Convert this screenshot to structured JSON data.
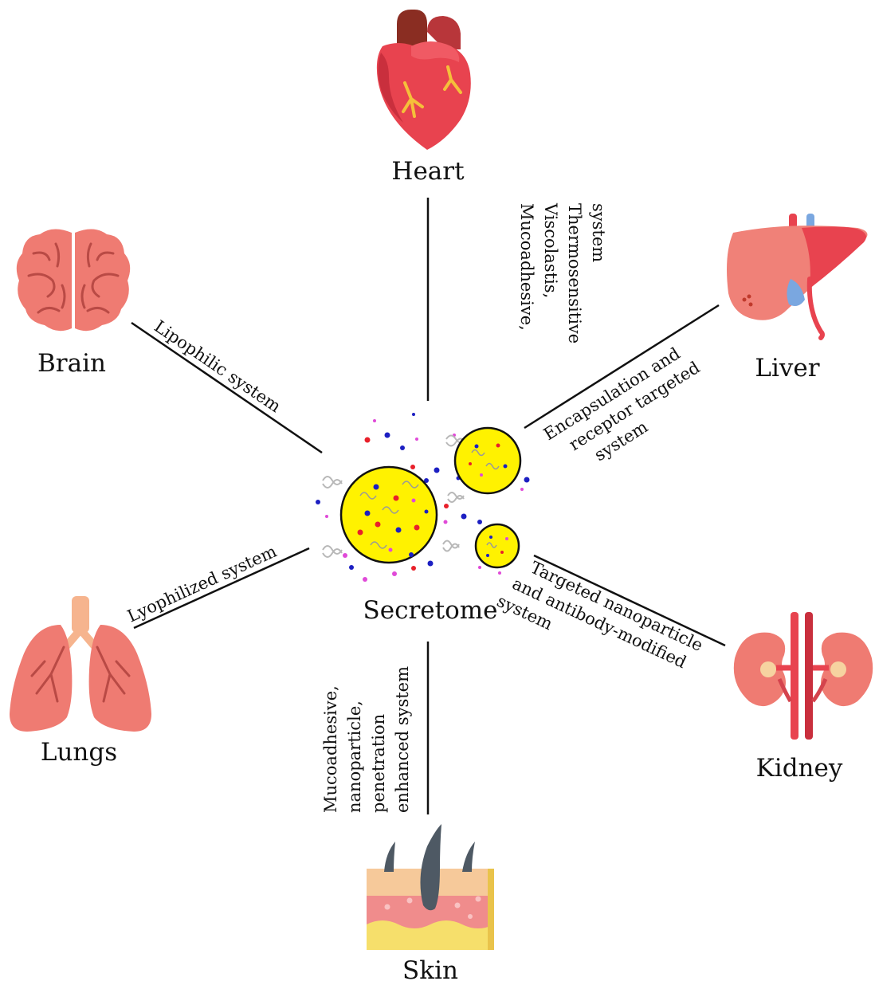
{
  "center": {
    "label": "Secretome"
  },
  "organs": {
    "heart": "Heart",
    "brain": "Brain",
    "liver": "Liver",
    "lungs": "Lungs",
    "kidney": "Kidney",
    "skin": "Skin"
  },
  "connections": {
    "heart": [
      "Mucoadhesive,",
      "Viscolastis,",
      "Thermosensitive",
      "system"
    ],
    "brain": [
      "Lipophilic system"
    ],
    "liver": [
      "Encapsulation and",
      "receptor targeted",
      "system"
    ],
    "lungs": [
      "Lyophilized system"
    ],
    "kidney": [
      "Targeted nanoparticle",
      "and antibody-modified",
      "system"
    ],
    "skin": [
      "Mucoadhesive,",
      "nanoparticle,",
      "penetration",
      "enhanced system"
    ]
  },
  "colors": {
    "vesicle_fill": "#fff200",
    "vesicle_stroke": "#111111",
    "dot_red": "#e8202a",
    "dot_blue": "#1c1fc2",
    "dot_magenta": "#e04ad8",
    "organ_pink": "#ef7b72",
    "heart_red": "#e8434f",
    "skin_yellow": "#f6df6b"
  }
}
